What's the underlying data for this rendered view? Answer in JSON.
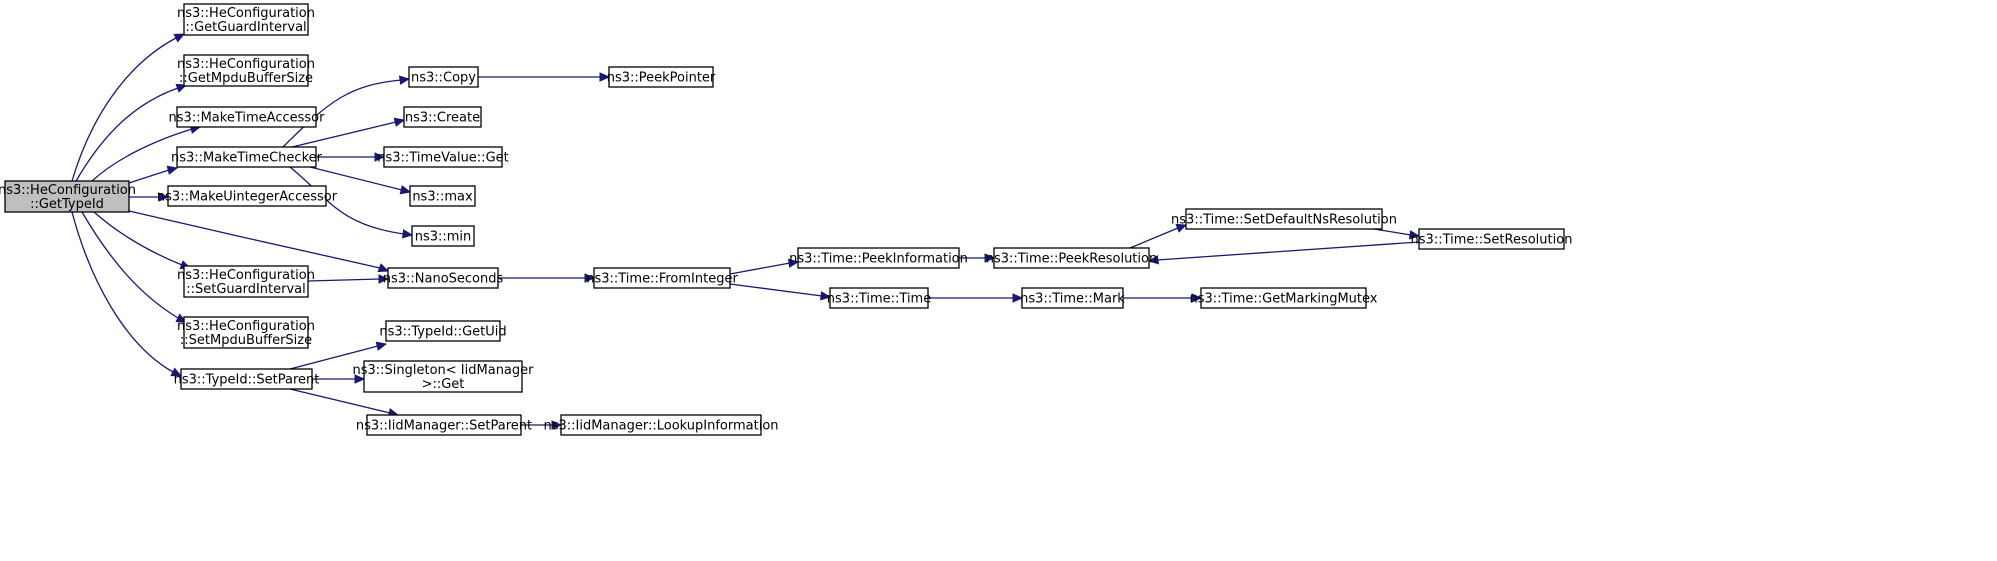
{
  "nodes": [
    {
      "id": "root",
      "lines": [
        "ns3::HeConfiguration",
        "::GetTypeId"
      ],
      "highlight": true
    },
    {
      "id": "getGuard",
      "lines": [
        "ns3::HeConfiguration",
        "::GetGuardInterval"
      ]
    },
    {
      "id": "getMpdu",
      "lines": [
        "ns3::HeConfiguration",
        "::GetMpduBufferSize"
      ]
    },
    {
      "id": "makeTimeAcc",
      "lines": [
        "ns3::MakeTimeAccessor"
      ]
    },
    {
      "id": "makeTimeChk",
      "lines": [
        "ns3::MakeTimeChecker"
      ]
    },
    {
      "id": "makeUintAcc",
      "lines": [
        "ns3::MakeUintegerAccessor"
      ]
    },
    {
      "id": "setGuard",
      "lines": [
        "ns3::HeConfiguration",
        "::SetGuardInterval"
      ]
    },
    {
      "id": "setMpdu",
      "lines": [
        "ns3::HeConfiguration",
        "::SetMpduBufferSize"
      ]
    },
    {
      "id": "typeIdSetParent",
      "lines": [
        "ns3::TypeId::SetParent"
      ]
    },
    {
      "id": "copy",
      "lines": [
        "ns3::Copy"
      ]
    },
    {
      "id": "peekPointer",
      "lines": [
        "ns3::PeekPointer"
      ]
    },
    {
      "id": "create",
      "lines": [
        "ns3::Create"
      ]
    },
    {
      "id": "timeValueGet",
      "lines": [
        "ns3::TimeValue::Get"
      ]
    },
    {
      "id": "max",
      "lines": [
        "ns3::max"
      ]
    },
    {
      "id": "min",
      "lines": [
        "ns3::min"
      ]
    },
    {
      "id": "nanoSeconds",
      "lines": [
        "ns3::NanoSeconds"
      ]
    },
    {
      "id": "fromInteger",
      "lines": [
        "ns3::Time::FromInteger"
      ]
    },
    {
      "id": "peekInfo",
      "lines": [
        "ns3::Time::PeekInformation"
      ]
    },
    {
      "id": "peekRes",
      "lines": [
        "ns3::Time::PeekResolution"
      ]
    },
    {
      "id": "setDefaultNs",
      "lines": [
        "ns3::Time::SetDefaultNsResolution"
      ]
    },
    {
      "id": "setRes",
      "lines": [
        "ns3::Time::SetResolution"
      ]
    },
    {
      "id": "timeTime",
      "lines": [
        "ns3::Time::Time"
      ]
    },
    {
      "id": "timeMark",
      "lines": [
        "ns3::Time::Mark"
      ]
    },
    {
      "id": "getMarkingMutex",
      "lines": [
        "ns3::Time::GetMarkingMutex"
      ]
    },
    {
      "id": "getUid",
      "lines": [
        "ns3::TypeId::GetUid"
      ]
    },
    {
      "id": "singletonGet",
      "lines": [
        "ns3::Singleton< IidManager",
        " >::Get"
      ]
    },
    {
      "id": "iidSetParent",
      "lines": [
        "ns3::IidManager::SetParent"
      ]
    },
    {
      "id": "lookupInfo",
      "lines": [
        "ns3::IidManager::LookupInformation"
      ]
    }
  ],
  "edges": [
    {
      "from": "root",
      "to": "getGuard"
    },
    {
      "from": "root",
      "to": "getMpdu"
    },
    {
      "from": "root",
      "to": "makeTimeAcc"
    },
    {
      "from": "root",
      "to": "makeTimeChk"
    },
    {
      "from": "root",
      "to": "makeUintAcc"
    },
    {
      "from": "root",
      "to": "nanoSeconds"
    },
    {
      "from": "root",
      "to": "setGuard"
    },
    {
      "from": "root",
      "to": "setMpdu"
    },
    {
      "from": "root",
      "to": "typeIdSetParent"
    },
    {
      "from": "makeTimeChk",
      "to": "copy"
    },
    {
      "from": "makeTimeChk",
      "to": "create"
    },
    {
      "from": "makeTimeChk",
      "to": "timeValueGet"
    },
    {
      "from": "makeTimeChk",
      "to": "max"
    },
    {
      "from": "makeTimeChk",
      "to": "min"
    },
    {
      "from": "copy",
      "to": "peekPointer"
    },
    {
      "from": "setGuard",
      "to": "nanoSeconds"
    },
    {
      "from": "nanoSeconds",
      "to": "fromInteger"
    },
    {
      "from": "fromInteger",
      "to": "peekInfo"
    },
    {
      "from": "fromInteger",
      "to": "timeTime"
    },
    {
      "from": "peekInfo",
      "to": "peekRes"
    },
    {
      "from": "peekRes",
      "to": "setDefaultNs"
    },
    {
      "from": "setDefaultNs",
      "to": "setRes"
    },
    {
      "from": "setRes",
      "to": "peekRes"
    },
    {
      "from": "timeTime",
      "to": "timeMark"
    },
    {
      "from": "timeMark",
      "to": "getMarkingMutex"
    },
    {
      "from": "typeIdSetParent",
      "to": "getUid"
    },
    {
      "from": "typeIdSetParent",
      "to": "singletonGet"
    },
    {
      "from": "typeIdSetParent",
      "to": "iidSetParent"
    },
    {
      "from": "iidSetParent",
      "to": "lookupInfo"
    }
  ]
}
